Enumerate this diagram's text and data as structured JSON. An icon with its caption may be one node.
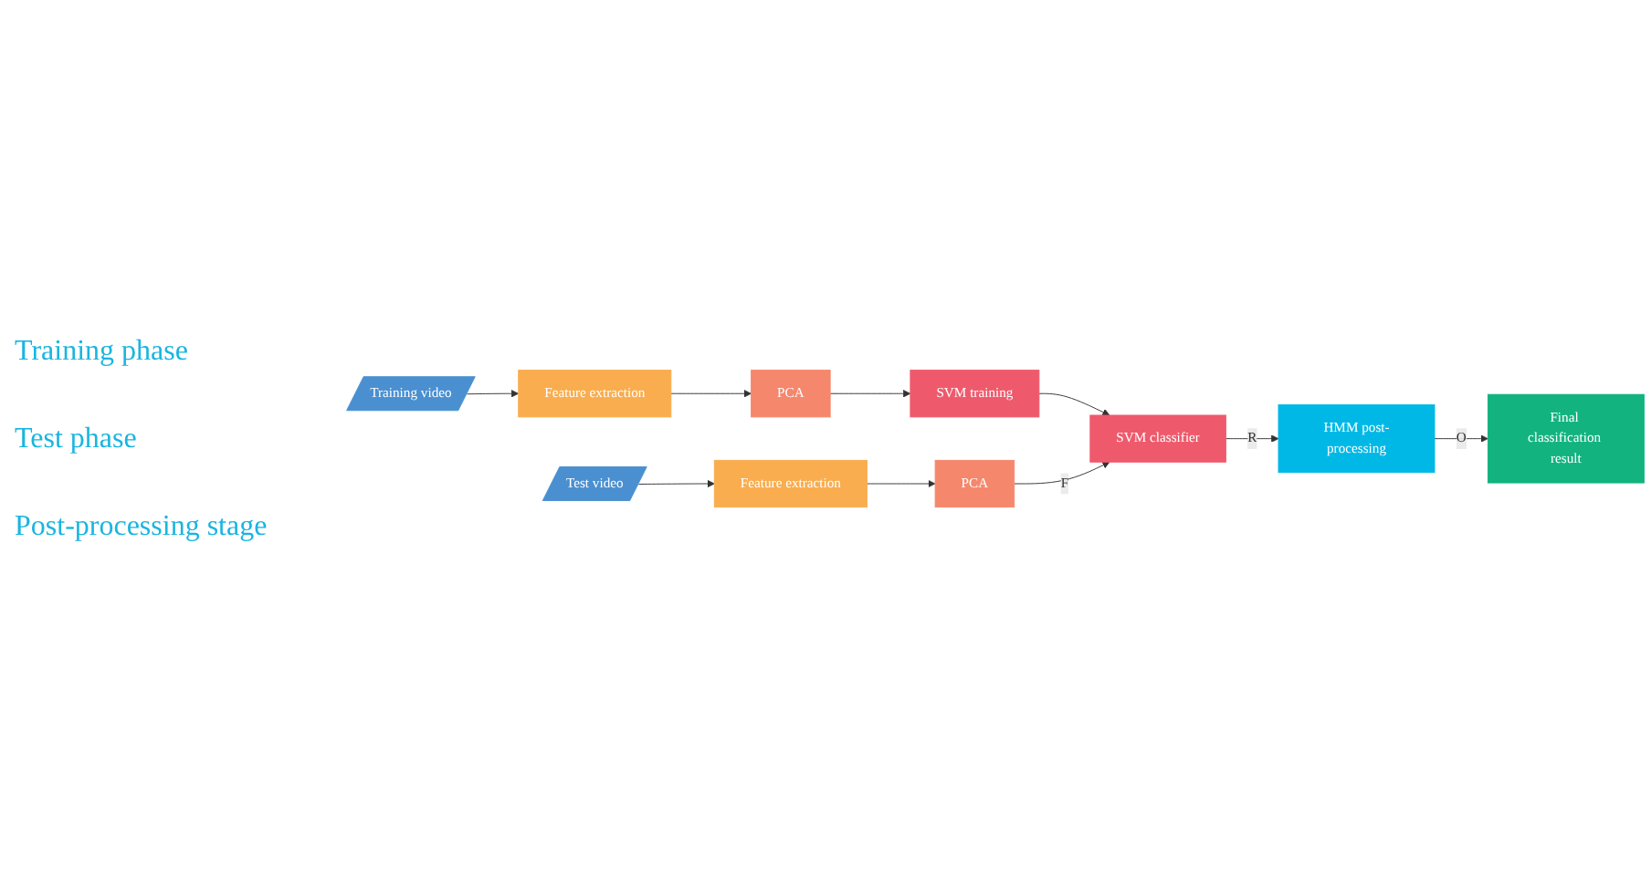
{
  "diagram": {
    "nodes": [
      {
        "text": [
          "Training video"
        ]
      },
      {
        "text": [
          "Feature extraction"
        ]
      },
      {
        "text": [
          "PCA"
        ]
      },
      {
        "text": [
          "SVM training"
        ]
      },
      {
        "text": [
          "Test video"
        ]
      },
      {
        "text": [
          "Feature extraction"
        ]
      },
      {
        "text": [
          "PCA"
        ]
      },
      {
        "text": [
          "SVM classifier"
        ]
      },
      {
        "text": [
          "HMM post-processing"
        ]
      },
      {
        "text": [
          "Final classification result"
        ]
      }
    ],
    "edges": [
      {
        "from": 0,
        "to": 1,
        "arrow": "to"
      },
      {
        "from": 1,
        "to": 2,
        "arrow": "to"
      },
      {
        "from": 2,
        "to": 3,
        "arrow": "to"
      },
      {
        "from": 3,
        "to": 7,
        "arrow": "to"
      },
      {
        "from": 4,
        "to": 5,
        "arrow": "to"
      },
      {
        "from": 5,
        "to": 6,
        "arrow": "to"
      },
      {
        "from": 6,
        "to": 7,
        "arrow": "to",
        "label": "F"
      },
      {
        "from": 7,
        "to": 8,
        "arrow": "to",
        "label": "R"
      },
      {
        "from": 8,
        "to": 9,
        "arrow": "to",
        "label": "O"
      }
    ],
    "labels": [
      "Training phase",
      "Test phase",
      "Post-processing stage"
    ]
  }
}
